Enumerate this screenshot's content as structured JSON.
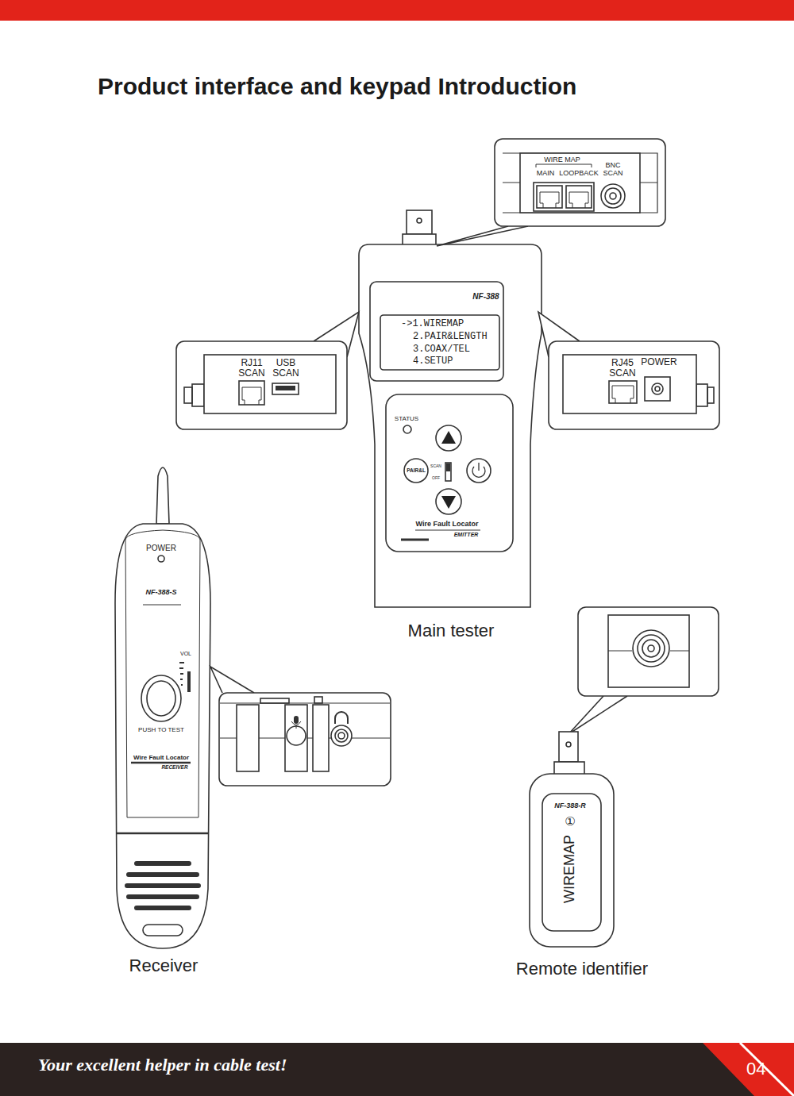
{
  "diagram": {
    "title": "Product interface and keypad Introduction",
    "nodes": [
      {
        "text": [
          "WIRE MAP",
          "MAIN",
          "LOOPBACK",
          "BNC SCAN"
        ]
      },
      {
        "text": [
          "RJ11 SCAN",
          "USB SCAN"
        ]
      },
      {
        "text": [
          "RJ45 SCAN",
          "POWER"
        ]
      },
      {
        "text": [
          "NF-388",
          "Main tester"
        ]
      },
      {
        "text": [
          "->1.WIREMAP",
          "2.PAIR&LENGTH",
          "3.COAX/TEL",
          "4.SETUP"
        ],
        "in": 3
      },
      {
        "text": [
          "STATUS",
          "PAIR&L",
          "SCAN",
          "OFF",
          "Wire Fault Locator",
          "EMITTER"
        ],
        "in": 3
      },
      {
        "text": [
          "POWER",
          "NF-388-S",
          "VOL",
          "PUSH TO TEST",
          "Wire Fault Locator",
          "RECEIVER",
          "Receiver"
        ]
      },
      {
        "text": [
          "NF-388-R",
          "①",
          "WIREMAP",
          "Remote identifier"
        ]
      }
    ],
    "labels": [
      "Your excellent helper in cable test!",
      "04"
    ]
  }
}
